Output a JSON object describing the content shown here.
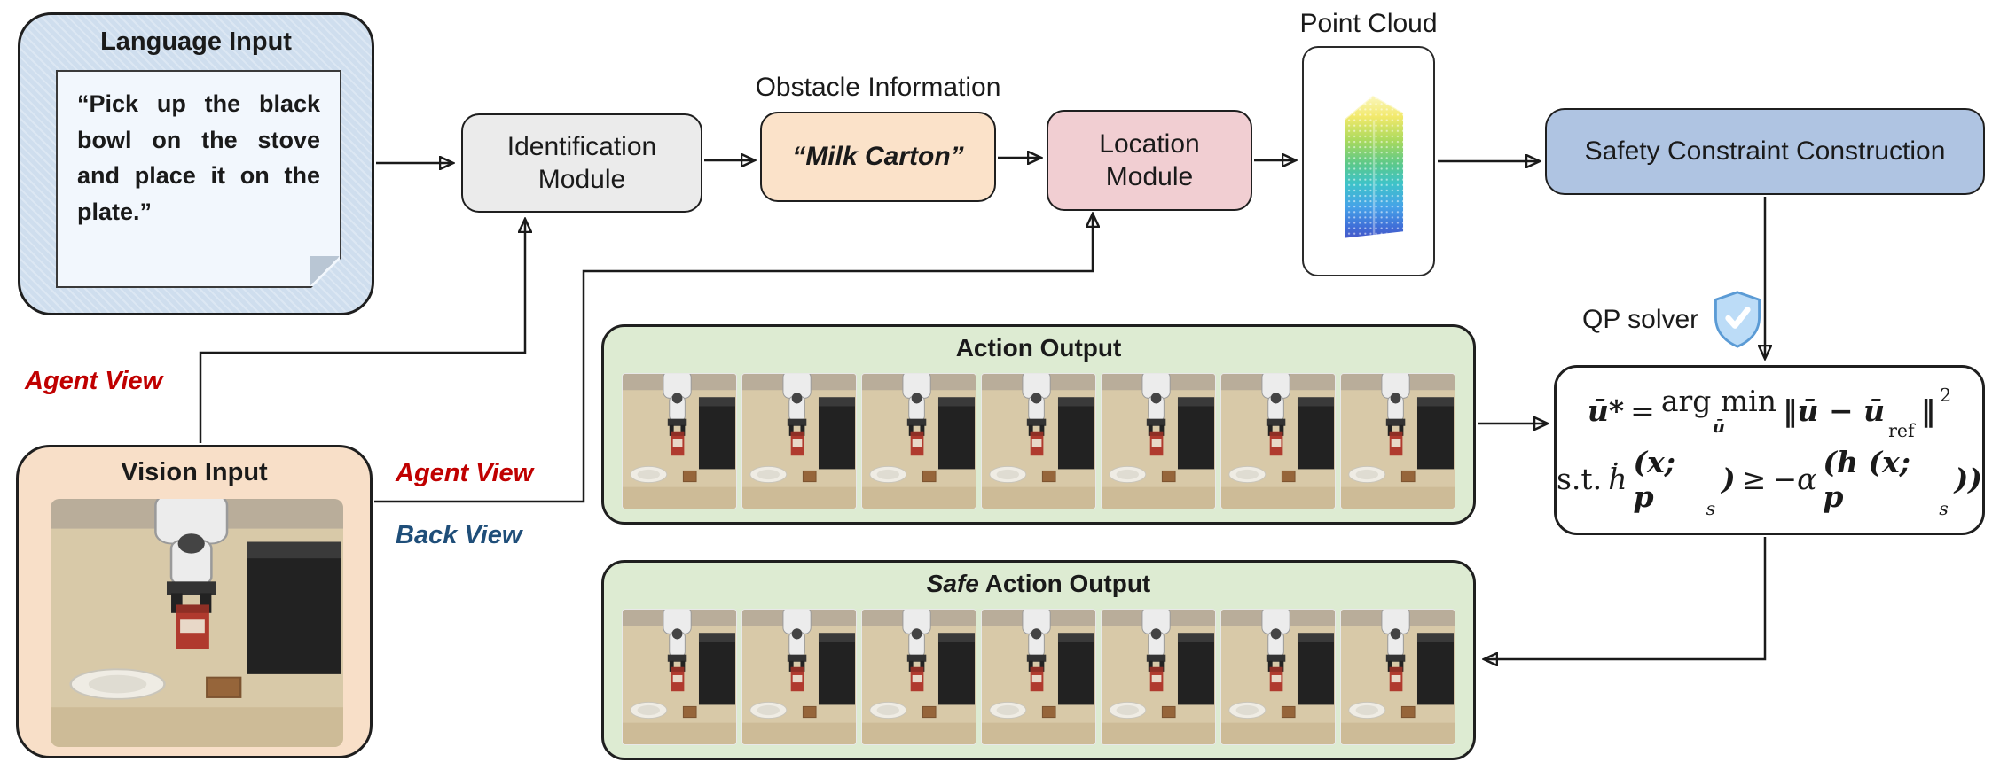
{
  "colors": {
    "language_box": "#cfdeee",
    "identification_box": "#ebebeb",
    "milk_carton_box": "#fbe2c9",
    "location_box": "#f1ced2",
    "safety_box": "#afc4e2",
    "output_box": "#ddebd2",
    "vision_box": "#f8dfc8",
    "agent_view_red": "#c00000",
    "back_view_blue": "#1f4e79",
    "shield_blue": "#bcdcf7"
  },
  "icons": {
    "qp_solver_icon": "shield-check-icon",
    "point_cloud_graphic": "milk-carton-point-cloud",
    "robot_frames": "robot-manipulation-photo"
  },
  "language_input": {
    "title": "Language Input",
    "quote": "“Pick up the black bowl on the stove and place it on the plate.”"
  },
  "identification_module": {
    "line1": "Identification",
    "line2": "Module"
  },
  "obstacle_information": {
    "label": "Obstacle Information"
  },
  "milk_carton": {
    "label": "“Milk Carton”"
  },
  "location_module": {
    "line1": "Location",
    "line2": "Module"
  },
  "point_cloud": {
    "label": "Point Cloud"
  },
  "safety_constraint": {
    "label": "Safety Constraint Construction"
  },
  "qp_solver": {
    "label": "QP solver"
  },
  "formula": {
    "lhs": "ū*",
    "eq": "=",
    "argmin": "arg min",
    "argmin_under": "ū",
    "norm_body": "‖ū − ū",
    "norm_sub": "ref",
    "norm_close": "‖",
    "norm_sup": "2",
    "st": "s.t.",
    "hdot": "ḣ",
    "lhs2": "(x; p",
    "lhs2_sub": "s",
    "lhs2_close": ")",
    "geq": "≥",
    "alpha": "−α",
    "rhs2": "(h (x; p",
    "rhs2_sub": "s",
    "rhs2_close": "))"
  },
  "vision_input": {
    "title": "Vision Input"
  },
  "view_labels": {
    "agent_top": "Agent View",
    "agent_mid": "Agent View",
    "back": "Back View"
  },
  "action_output": {
    "title": "Action Output",
    "frame_count": 7
  },
  "safe_action_output": {
    "title_italic": "Safe",
    "title_rest": " Action Output",
    "frame_count": 7
  }
}
